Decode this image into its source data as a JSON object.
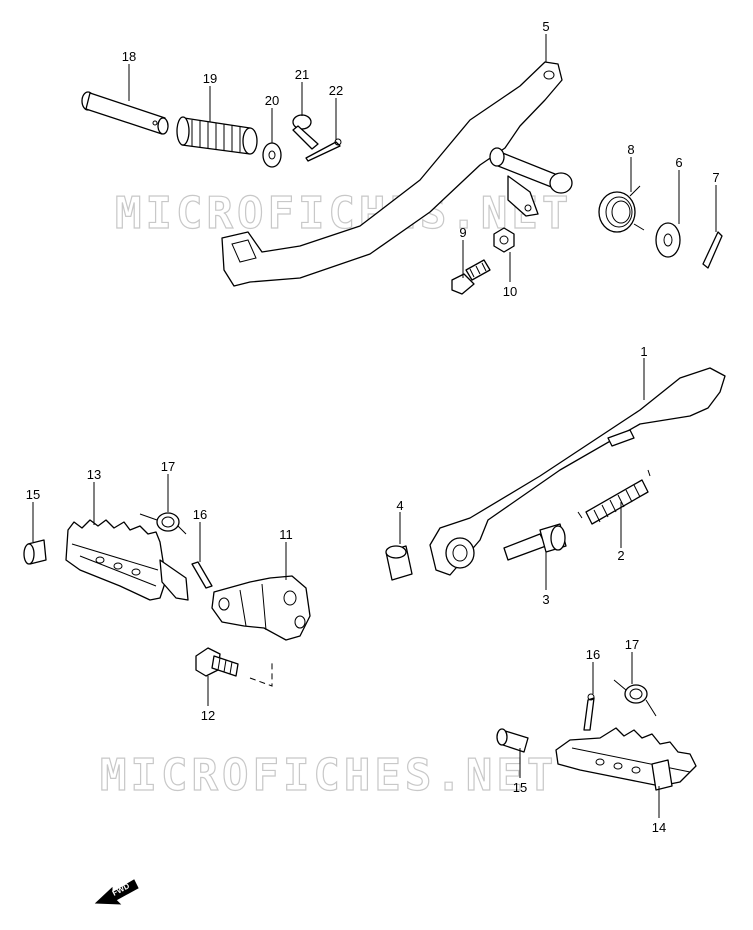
{
  "watermark": {
    "text": "MICROFICHES.NET"
  },
  "direction_arrow": {
    "label": "FWD"
  },
  "callouts": {
    "c1": "1",
    "c2": "2",
    "c3": "3",
    "c4": "4",
    "c5": "5",
    "c6": "6",
    "c7": "7",
    "c8": "8",
    "c9": "9",
    "c10": "10",
    "c11": "11",
    "c12": "12",
    "c13": "13",
    "c14": "14",
    "c15a": "15",
    "c15b": "15",
    "c16a": "16",
    "c16b": "16",
    "c17a": "17",
    "c17b": "17",
    "c18": "18",
    "c19": "19",
    "c20": "20",
    "c21": "21",
    "c22": "22"
  }
}
